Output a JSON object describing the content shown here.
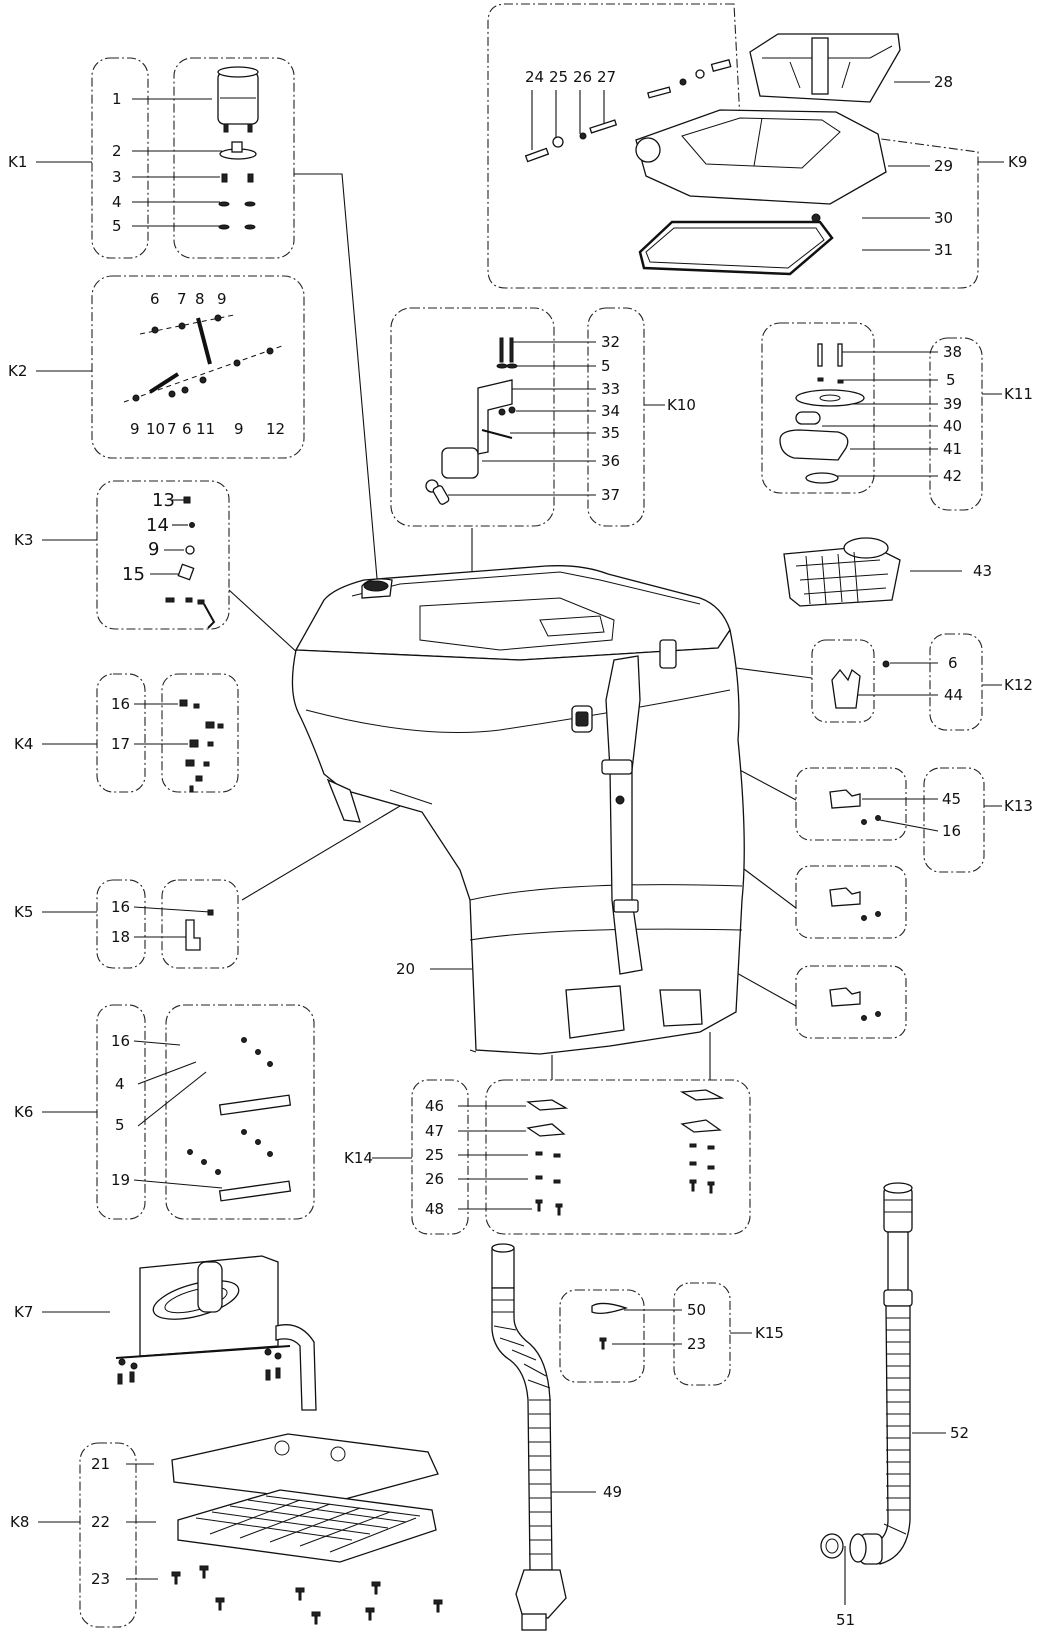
{
  "groups": [
    "K1",
    "K2",
    "K3",
    "K4",
    "K5",
    "K6",
    "K7",
    "K8",
    "K9",
    "K10",
    "K11",
    "K12",
    "K13",
    "K14",
    "K15"
  ],
  "labels": {
    "k1": [
      "1",
      "2",
      "3",
      "4",
      "5"
    ],
    "k2_top": [
      "6",
      "7",
      "8",
      "9"
    ],
    "k2_bottom": [
      "9",
      "10",
      "7",
      "6",
      "11",
      "9",
      "12"
    ],
    "k3": [
      "13",
      "14",
      "9",
      "15"
    ],
    "k4": [
      "16",
      "17"
    ],
    "k5": [
      "16",
      "18"
    ],
    "k6": [
      "16",
      "4",
      "5",
      "19"
    ],
    "k8": [
      "21",
      "22",
      "23"
    ],
    "k9_top": [
      "24",
      "25",
      "26",
      "27"
    ],
    "k9_right": [
      "28",
      "29",
      "30",
      "31"
    ],
    "k10": [
      "32",
      "5",
      "33",
      "34",
      "35",
      "36",
      "37"
    ],
    "k11": [
      "38",
      "5",
      "39",
      "40",
      "41",
      "42"
    ],
    "single": [
      "43",
      "20"
    ],
    "k12": [
      "6",
      "44"
    ],
    "k13": [
      "45",
      "16"
    ],
    "k14": [
      "46",
      "47",
      "25",
      "26",
      "48"
    ],
    "k15": [
      "50",
      "23"
    ],
    "hoses": [
      "49",
      "52",
      "51"
    ]
  }
}
